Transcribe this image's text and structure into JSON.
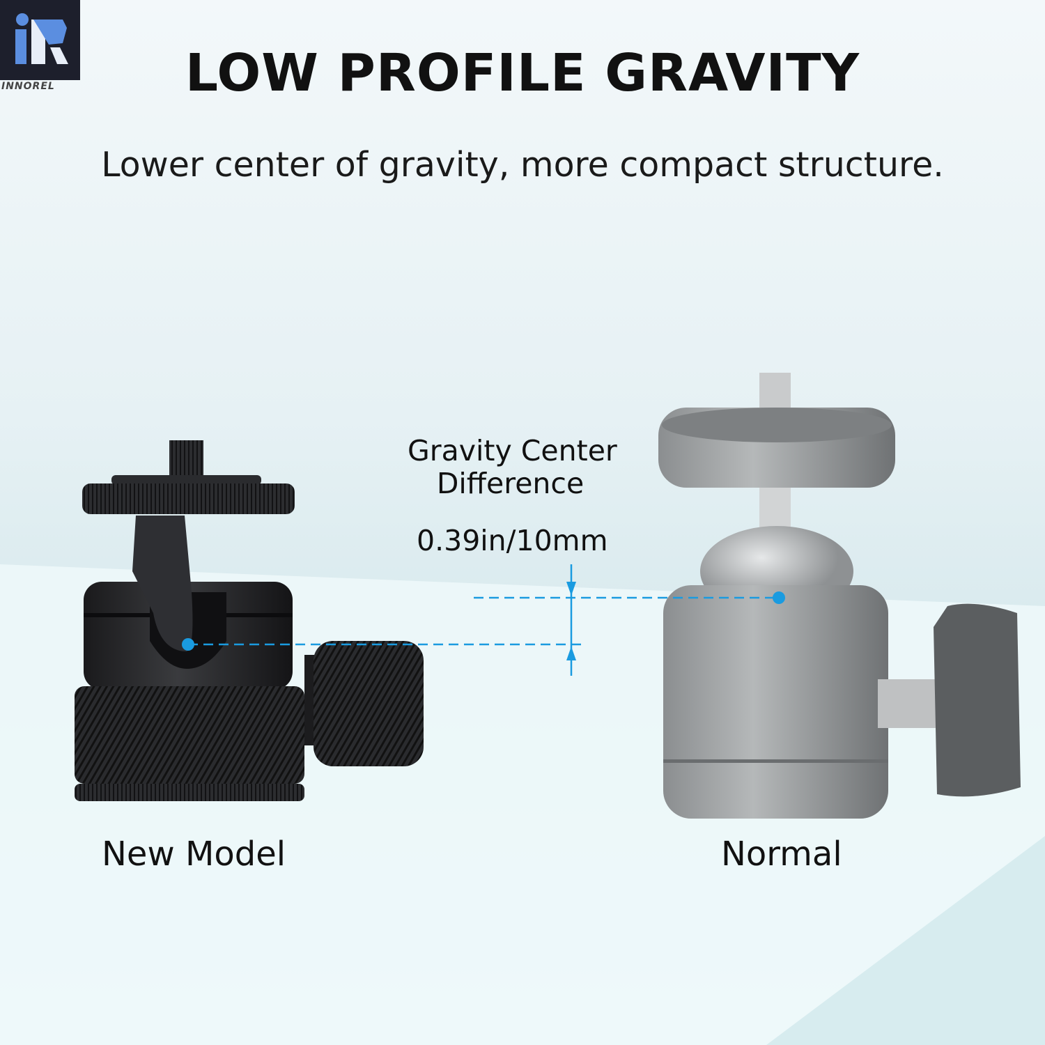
{
  "brand": {
    "logo_text": "iR",
    "name": "INNOREL"
  },
  "title": "LOW PROFILE GRAVITY",
  "subtitle": "Lower center of gravity, more compact structure.",
  "annotation": {
    "line1": "Gravity Center",
    "line2": "Difference",
    "value": "0.39in/10mm",
    "color": "#1a9be0"
  },
  "products": [
    {
      "label": "New Model"
    },
    {
      "label": "Normal"
    }
  ]
}
